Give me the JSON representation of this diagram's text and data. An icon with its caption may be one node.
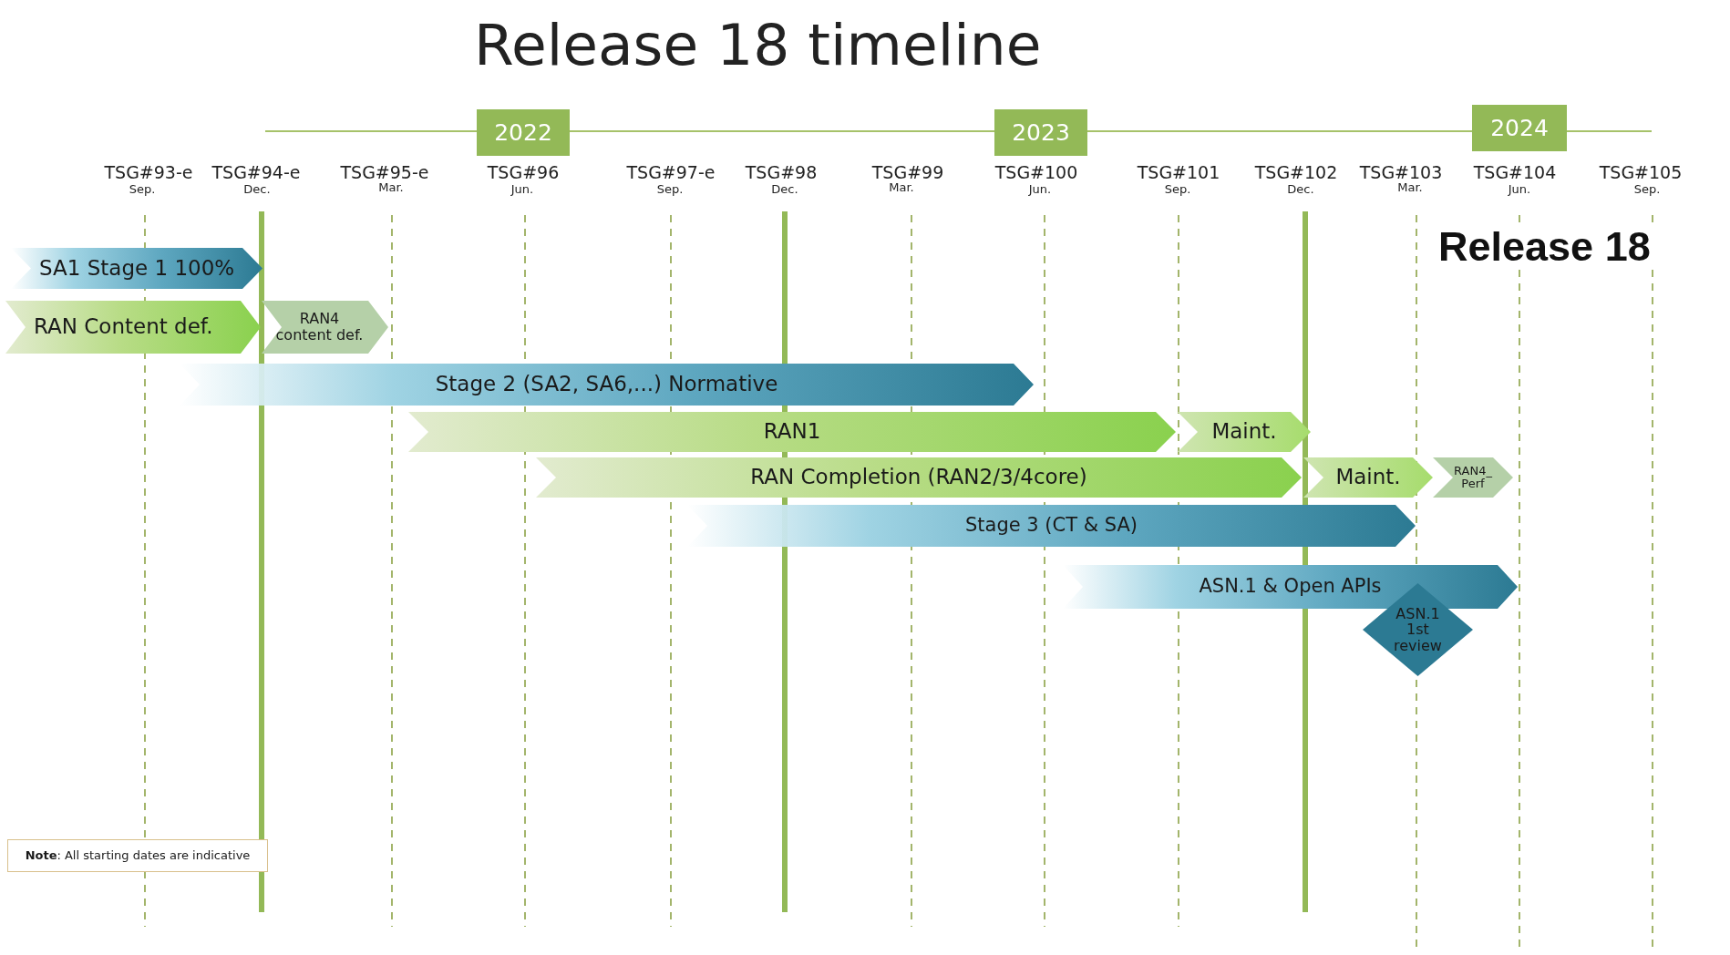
{
  "diagram": {
    "title": "Release 18 timeline",
    "nodes": [
      {
        "text": [
          "2022"
        ]
      },
      {
        "text": [
          "2023"
        ]
      },
      {
        "text": [
          "2024"
        ]
      },
      {
        "text": [
          "SA1 Stage 1 100%"
        ]
      },
      {
        "text": [
          "RAN Content def."
        ]
      },
      {
        "text": [
          "RAN4 content def."
        ]
      },
      {
        "text": [
          "Stage 2 (SA2, SA6,...) Normative"
        ]
      },
      {
        "text": [
          "RAN1"
        ]
      },
      {
        "text": [
          "Maint."
        ]
      },
      {
        "text": [
          "RAN Completion (RAN2/3/4core)"
        ]
      },
      {
        "text": [
          "Maint."
        ]
      },
      {
        "text": [
          "RAN4_ Perf"
        ]
      },
      {
        "text": [
          "Stage 3 (CT & SA)"
        ]
      },
      {
        "text": [
          "ASN.1 & Open APIs"
        ]
      },
      {
        "text": [
          "ASN.1 1st review"
        ]
      },
      {
        "text": [
          "**Note**: All starting dates are indicative"
        ]
      }
    ],
    "labels": [
      "TSG#93-e",
      "TSG#94-e",
      "TSG#95-e",
      "TSG#96",
      "TSG#97-e",
      "TSG#98",
      "TSG#99",
      "TSG#100",
      "TSG#101",
      "TSG#102",
      "TSG#103",
      "TSG#104",
      "TSG#105",
      "Sep.",
      "Dec.",
      "Mar.",
      "Jun.",
      "Sep.",
      "Dec.",
      "Mar.",
      "Jun.",
      "Sep.",
      "Dec.",
      "Mar.",
      "Jun.",
      "Sep.",
      "Release 18"
    ]
  }
}
